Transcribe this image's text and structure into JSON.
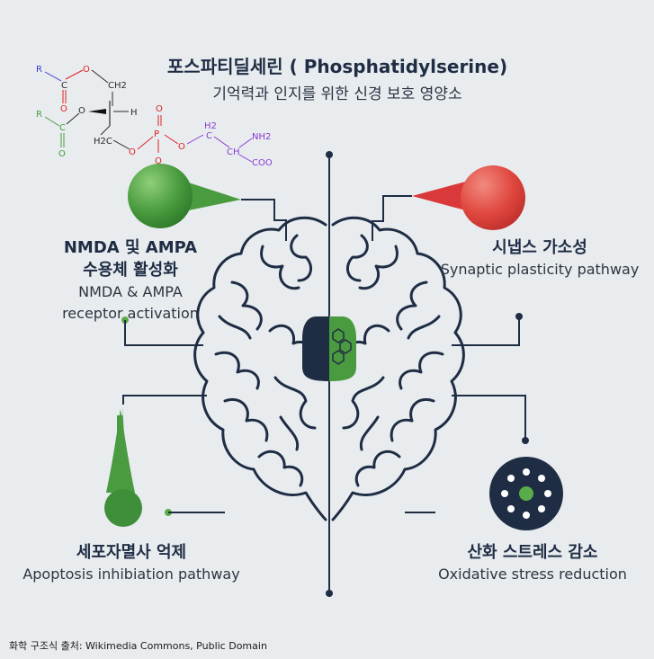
{
  "header": {
    "title": "포스파티딜세린 ( Phosphatidylserine)",
    "subtitle": "기억력과 인지를 위한 신경 보호 영양소"
  },
  "molecule": {
    "labels": [
      "R",
      "O",
      "C",
      "O",
      "CH2",
      "R",
      "O",
      "C",
      "O",
      "H",
      "H2C",
      "O",
      "P",
      "O",
      "O",
      "O",
      "H2",
      "C",
      "NH2",
      "CH",
      "COO"
    ]
  },
  "pathways": [
    {
      "title_ko": "NMDA 및 AMPA",
      "title_ko2": "수용체 활성화",
      "title_en": "NMDA & AMPA",
      "title_en2": "receptor activation",
      "color": "#3f8f3a"
    },
    {
      "title_ko": "시냅스 가소성",
      "title_en": "Synaptic plasticity pathway",
      "color": "#d9393a"
    },
    {
      "title_ko": "세포자멸사 억제",
      "title_en": "Apoptosis inhibiation pathway",
      "color": "#3f8f3a"
    },
    {
      "title_ko": "산화 스트레스 감소",
      "title_en": "Oxidative stress reduction",
      "color": "#1f2d44"
    }
  ],
  "footer": {
    "source": "화학 구조식 출처: Wikimedia Commons, Public Domain"
  },
  "colors": {
    "navy": "#1f2d44",
    "green": "#3f8f3a",
    "red": "#d9393a",
    "background": "#e8ecef"
  }
}
